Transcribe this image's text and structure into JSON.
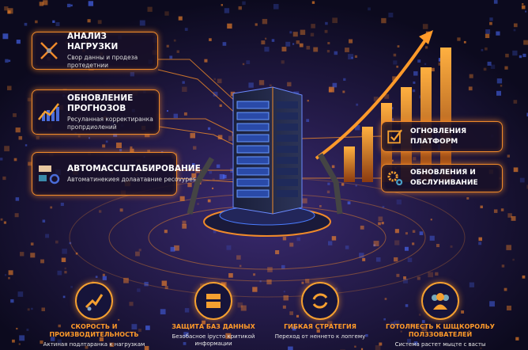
{
  "colors": {
    "accent": "#f08a2a",
    "background": "#0c0a1e",
    "glow_blue": "#3a6cff"
  },
  "left_cards": [
    {
      "icon": "network-nodes-icon",
      "title": "АНАЛИЗ НАГРУЗКИ",
      "subtitle": "Свор данны и продеза протедетнии"
    },
    {
      "icon": "rising-chart-icon",
      "title": "ОБНОВЛЕНИЕ ПРОГНОЗОВ",
      "subtitle": "Ресуланная корректиранка пропрдиолений"
    },
    {
      "icon": "server-gear-icon",
      "title": "АВТОМАССШТАБИРОВАНИЕ",
      "subtitle": "Автоматинекиея долаатавние pecovypes"
    }
  ],
  "right_cards": [
    {
      "icon": "checkbox-icon",
      "title": "ОГНОВЛЕНИЯ ПЛАТФОРМ"
    },
    {
      "icon": "gears-icon",
      "title": "ОБНОВЛЕНИЯ И ОБСЛУНИВАНИЕ"
    }
  ],
  "features": [
    {
      "icon": "speed-arrow-icon",
      "title": "СКОРОСТЬ И ПРОИЗВОДИТЕЛЬНОСТЬ",
      "subtitle": "Актиная подлтаранка к нагрузкам"
    },
    {
      "icon": "database-boxes-icon",
      "title": "ЗАЩИТА БАЗ ДАННЫХ",
      "subtitle": "Безобасное ірусто критикой информации"
    },
    {
      "icon": "cycle-arrows-icon",
      "title": "ГИБКАЯ СТРАТЕГИЯ",
      "subtitle": "Переход от неннето к лопгему"
    },
    {
      "icon": "users-icon",
      "title": "ГОТОЛНЕСТЬ К ШЩКОРОЛЬУ ПОЛЗЗОВАТЕЛЕЙ",
      "subtitle": "Система растет мыцте с васты"
    }
  ]
}
